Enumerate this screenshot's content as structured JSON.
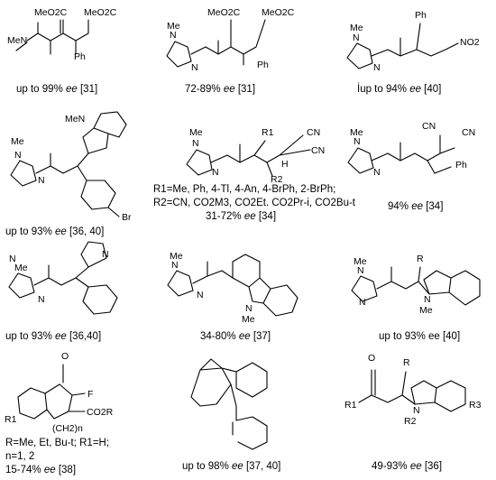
{
  "compounds": [
    {
      "labels": [
        "MeO2C",
        "MeO2C",
        "MeN",
        "Ph"
      ],
      "caption_pre": "up to 99% ",
      "caption_ee": "ee",
      "caption_post": " [31]"
    },
    {
      "labels": [
        "MeO2C",
        "MeO2C",
        "N",
        "Me",
        "N",
        "Ph"
      ],
      "caption_pre": "72-89% ",
      "caption_ee": "ee",
      "caption_post": " [31]"
    },
    {
      "labels": [
        "Ph",
        "N",
        "Me",
        "N",
        "NO2"
      ],
      "caption_pre": "İup to 94% ",
      "caption_ee": "ee",
      "caption_post": " [40]"
    },
    {
      "labels": [
        "MeN",
        "N",
        "Me",
        "N",
        "Br"
      ],
      "caption_pre": "up to 93% ",
      "caption_ee": "ee",
      "caption_post": " [36, 40]"
    },
    {
      "labels": [
        "R1",
        "CN",
        "Me",
        "N",
        "N",
        "H",
        "CN",
        "R2"
      ]
    },
    {
      "labels": [
        "CN",
        "CN",
        "Me",
        "N",
        "N",
        "Ph"
      ],
      "caption_pre": "94% ",
      "caption_ee": "ee",
      "caption_post": " [34]"
    },
    {
      "labels": [
        "N",
        "Me",
        "N",
        "N"
      ],
      "caption_pre": "up to 93% ",
      "caption_ee": "ee",
      "caption_post": " [36,40]"
    },
    {
      "labels": [
        "N",
        "Me",
        "N",
        "N",
        "Me"
      ],
      "caption_pre": "34-80% ",
      "caption_ee": "ee",
      "caption_post": " [37]"
    },
    {
      "labels": [
        "Me",
        "R",
        "N",
        "N",
        "N",
        "Me"
      ],
      "caption_pre": "up to 93% ee [40]"
    },
    {
      "labels": [
        "O",
        "F",
        "CO2R",
        "R1",
        "(CH2)n"
      ]
    },
    {
      "labels": [],
      "caption_pre": "up to 98% ",
      "caption_ee": "ee",
      "caption_post": " [37, 40]"
    },
    {
      "labels": [
        "O",
        "R",
        "R1",
        "N",
        "R2",
        "R3"
      ],
      "caption_pre": "49-93% ",
      "caption_ee": "ee",
      "caption_post": " [36]"
    }
  ],
  "compound5_text": {
    "line1": "R1=Me, Ph, 4-Tl, 4-An, 4-BrPh, 2-BrPh;",
    "line2": "R2=CN, CO2M3, CO2Et. CO2Pr-i, CO2Bu-t",
    "line3_pre": "31-72% ",
    "line3_ee": "ee",
    "line3_post": " [34]"
  },
  "compound10_text": {
    "line1": "R=Me, Et, Bu-t; R1=H;",
    "line2": "n=1, 2",
    "line3_pre": "15-74% ",
    "line3_ee": "ee",
    "line3_post": " [38]"
  }
}
